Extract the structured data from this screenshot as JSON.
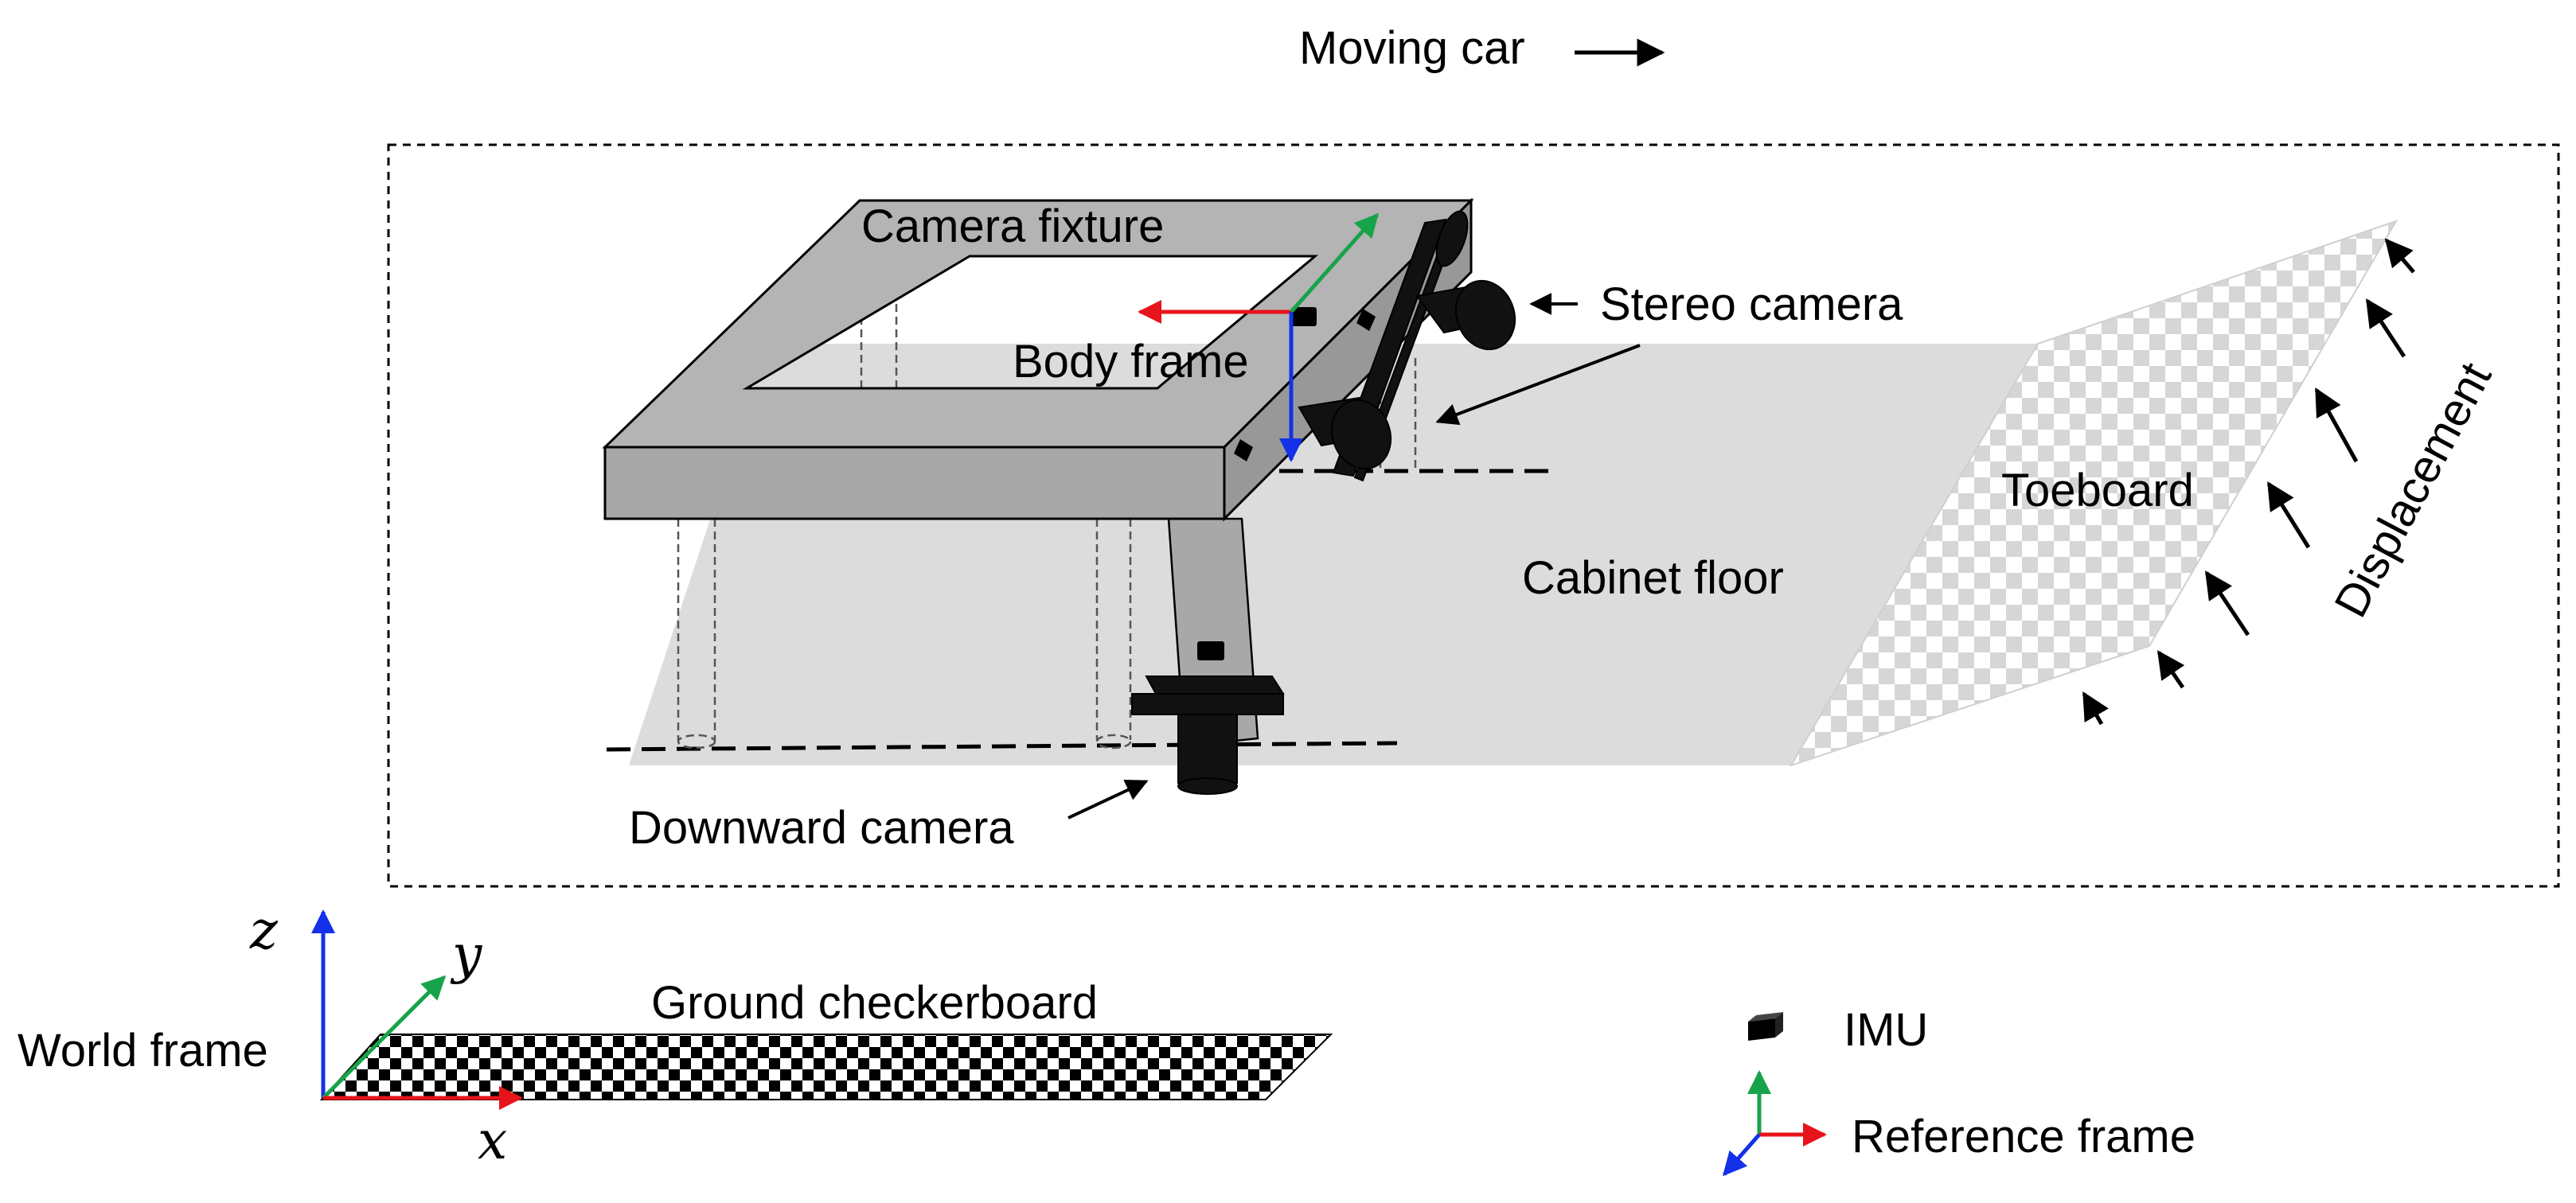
{
  "labels": {
    "moving_car": "Moving car",
    "camera_fixture": "Camera fixture",
    "body_frame": "Body frame",
    "stereo_camera": "Stereo camera",
    "cabinet_floor": "Cabinet floor",
    "toeboard": "Toeboard",
    "displacement": "Displacement",
    "downward_camera": "Downward camera",
    "world_frame": "World frame",
    "ground_checkerboard": "Ground checkerboard",
    "axis_x": "x",
    "axis_y": "y",
    "axis_z": "z"
  },
  "legend": {
    "imu": "IMU",
    "reference_frame": "Reference frame"
  },
  "colors": {
    "x_axis": "#e8141b",
    "y_axis": "#17a34a",
    "z_axis": "#1430e8",
    "fixture_top": "#b4b4b4",
    "fixture_side": "#9c9c9c",
    "floor": "#dcdcdc"
  }
}
